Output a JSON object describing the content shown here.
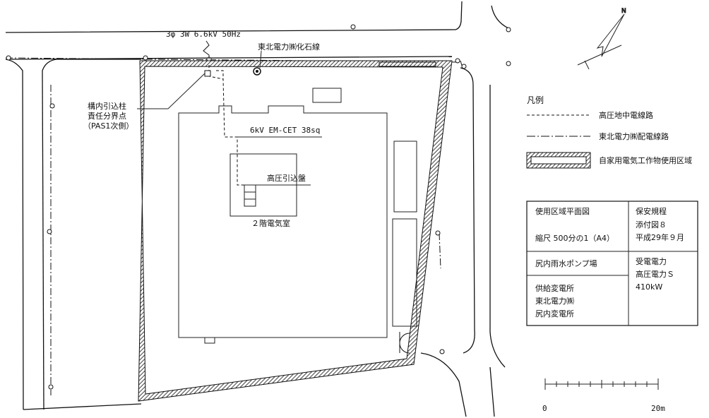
{
  "labels": {
    "overhead_line": "3φ 3W 6.6kV 50Hz",
    "feeder_line": "東北電力㈱化石線",
    "pole_line1": "構内引込柱",
    "pole_line2": "責任分界点",
    "pole_line3": "（PAS1次側）",
    "cable": "6kV EM-CET 38sq",
    "switchgear": "高圧引込盤",
    "room": "２階電気室"
  },
  "legend": {
    "title": "凡例",
    "items": [
      {
        "label": "高圧地中電線路",
        "style": "underground"
      },
      {
        "label": "東北電力㈱配電線路",
        "style": "utility"
      },
      {
        "label": "自家用電気工作物使用区域",
        "style": "hatched"
      }
    ]
  },
  "info_table": {
    "cells": [
      {
        "lines": [
          "使用区域平面図",
          "",
          "縮尺 500分の1（A4）"
        ]
      },
      {
        "lines": [
          "保安規程",
          "添付図８",
          "平成29年９月"
        ]
      },
      {
        "lines": [
          "尻内雨水ポンプ場"
        ]
      },
      {
        "lines": [
          "受電電力",
          "高圧電力Ｓ",
          "410kW"
        ]
      },
      {
        "lines": [
          "供給変電所",
          "東北電力㈱",
          "尻内変電所"
        ]
      }
    ]
  },
  "scale_bar": {
    "start": "0",
    "end": "20m"
  },
  "colors": {
    "line": "#111111",
    "hatch": "#111111",
    "background": "#ffffff"
  }
}
